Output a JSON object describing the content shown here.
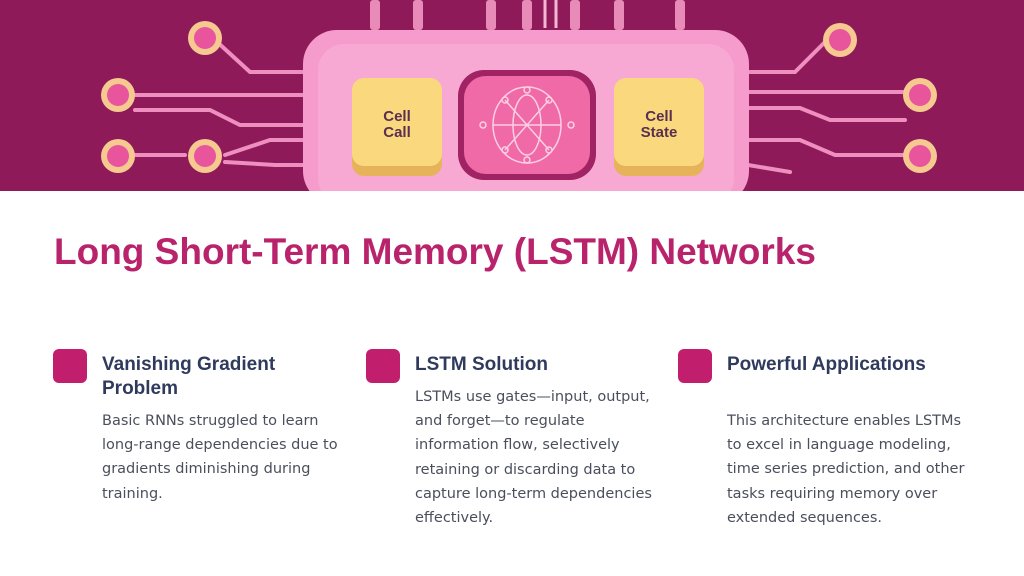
{
  "hero": {
    "chip_left_label_1": "Cell",
    "chip_left_label_2": "Call",
    "chip_right_label_1": "Cell",
    "chip_right_label_2": "State"
  },
  "title": "Long Short-Term Memory (LSTM) Networks",
  "columns": [
    {
      "heading": "Vanishing Gradient Problem",
      "body": "Basic RNNs struggled to learn long-range dependencies due to gradients diminishing during training."
    },
    {
      "heading": "LSTM Solution",
      "body": "LSTMs use gates—input, output, and forget—to regulate information flow, selectively retaining or discarding data to capture long-term dependencies effectively."
    },
    {
      "heading": "Powerful Applications",
      "body": "This architecture enables LSTMs to excel in language modeling, time series prediction, and other tasks requiring memory over extended sequences."
    }
  ],
  "colors": {
    "accent": "#c11f6e",
    "title": "#b9236c",
    "heading": "#2f3a5c",
    "hero_bg": "#8e1a5a"
  }
}
